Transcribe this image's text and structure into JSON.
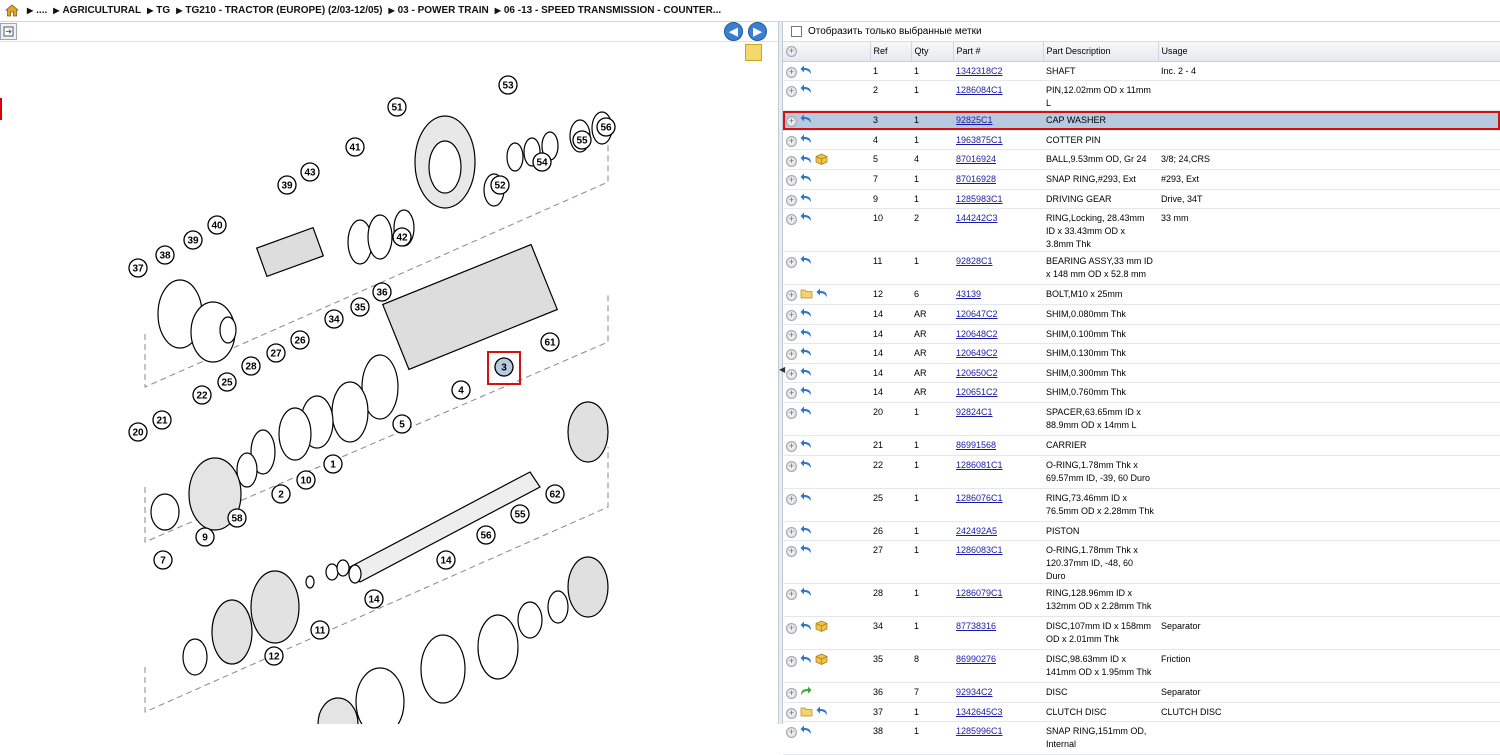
{
  "breadcrumb": [
    "....",
    "AGRICULTURAL",
    "TG",
    "TG210 - TRACTOR (EUROPE) (2/03-12/05)",
    "03 - POWER TRAIN",
    "06 -13 - SPEED TRANSMISSION - COUNTER..."
  ],
  "filter_label": "Отобразить только выбранные метки",
  "columns": [
    "Ref",
    "Qty",
    "Part #",
    "Part Description",
    "Usage"
  ],
  "selected_ref": "3",
  "rows": [
    {
      "ref": "1",
      "qty": "1",
      "part": "1342318C2",
      "desc": "SHAFT",
      "usage": "Inc. 2 - 4",
      "icons": [
        "return"
      ]
    },
    {
      "ref": "2",
      "qty": "1",
      "part": "1286084C1",
      "desc": "PIN,12.02mm OD x 11mm L",
      "usage": "",
      "icons": [
        "return"
      ]
    },
    {
      "ref": "3",
      "qty": "1",
      "part": "92825C1",
      "desc": "CAP WASHER",
      "usage": "",
      "icons": [
        "return"
      ]
    },
    {
      "ref": "4",
      "qty": "1",
      "part": "1963875C1",
      "desc": "COTTER PIN",
      "usage": "",
      "icons": [
        "return"
      ]
    },
    {
      "ref": "5",
      "qty": "4",
      "part": "87016924",
      "desc": "BALL,9.53mm OD, Gr 24",
      "usage": "3/8; 24,CRS",
      "icons": [
        "return",
        "box"
      ]
    },
    {
      "ref": "7",
      "qty": "1",
      "part": "87016928",
      "desc": "SNAP RING,#293, Ext",
      "usage": "#293, Ext",
      "icons": [
        "return"
      ]
    },
    {
      "ref": "9",
      "qty": "1",
      "part": "1285983C1",
      "desc": "DRIVING GEAR",
      "usage": "Drive, 34T",
      "icons": [
        "return"
      ]
    },
    {
      "ref": "10",
      "qty": "2",
      "part": "144242C3",
      "desc": "RING,Locking, 28.43mm ID x 33.43mm OD x 3.8mm Thk",
      "usage": "33 mm",
      "icons": [
        "return"
      ]
    },
    {
      "ref": "11",
      "qty": "1",
      "part": "92828C1",
      "desc": "BEARING ASSY,33 mm ID x 148 mm OD x 52.8 mm",
      "usage": "",
      "icons": [
        "return"
      ]
    },
    {
      "ref": "12",
      "qty": "6",
      "part": "43139",
      "desc": "BOLT,M10 x 25mm",
      "usage": "",
      "icons": [
        "folder",
        "return"
      ]
    },
    {
      "ref": "14",
      "qty": "AR",
      "part": "120647C2",
      "desc": "SHIM,0.080mm Thk",
      "usage": "",
      "icons": [
        "return"
      ]
    },
    {
      "ref": "14",
      "qty": "AR",
      "part": "120648C2",
      "desc": "SHIM,0.100mm Thk",
      "usage": "",
      "icons": [
        "return"
      ]
    },
    {
      "ref": "14",
      "qty": "AR",
      "part": "120649C2",
      "desc": "SHIM,0.130mm Thk",
      "usage": "",
      "icons": [
        "return"
      ]
    },
    {
      "ref": "14",
      "qty": "AR",
      "part": "120650C2",
      "desc": "SHIM,0.300mm Thk",
      "usage": "",
      "icons": [
        "return"
      ]
    },
    {
      "ref": "14",
      "qty": "AR",
      "part": "120651C2",
      "desc": "SHIM,0.760mm Thk",
      "usage": "",
      "icons": [
        "return"
      ]
    },
    {
      "ref": "20",
      "qty": "1",
      "part": "92824C1",
      "desc": "SPACER,63.65mm ID x 88.9mm OD x 14mm L",
      "usage": "",
      "icons": [
        "return"
      ]
    },
    {
      "ref": "21",
      "qty": "1",
      "part": "86991568",
      "desc": "CARRIER",
      "usage": "",
      "icons": [
        "return"
      ]
    },
    {
      "ref": "22",
      "qty": "1",
      "part": "1286081C1",
      "desc": "O-RING,1.78mm Thk x 69.57mm ID, -39, 60 Duro",
      "usage": "",
      "icons": [
        "return"
      ]
    },
    {
      "ref": "25",
      "qty": "1",
      "part": "1286076C1",
      "desc": "RING,73.46mm ID x 76.5mm OD x 2.28mm Thk",
      "usage": "",
      "icons": [
        "return"
      ]
    },
    {
      "ref": "26",
      "qty": "1",
      "part": "242492A5",
      "desc": "PISTON",
      "usage": "",
      "icons": [
        "return"
      ]
    },
    {
      "ref": "27",
      "qty": "1",
      "part": "1286083C1",
      "desc": "O-RING,1.78mm Thk x 120.37mm ID, -48, 60 Duro",
      "usage": "",
      "icons": [
        "return"
      ]
    },
    {
      "ref": "28",
      "qty": "1",
      "part": "1286079C1",
      "desc": "RING,128.96mm ID x 132mm OD x 2.28mm Thk",
      "usage": "",
      "icons": [
        "return"
      ]
    },
    {
      "ref": "34",
      "qty": "1",
      "part": "87738316",
      "desc": "DISC,107mm ID x 158mm OD x 2.01mm Thk",
      "usage": "Separator",
      "icons": [
        "return",
        "box"
      ]
    },
    {
      "ref": "35",
      "qty": "8",
      "part": "86990276",
      "desc": "DISC,98.63mm ID x 141mm OD x 1.95mm Thk",
      "usage": "Friction",
      "icons": [
        "return",
        "box"
      ]
    },
    {
      "ref": "36",
      "qty": "7",
      "part": "92934C2",
      "desc": "DISC",
      "usage": "Separator",
      "icons": [
        "forward"
      ]
    },
    {
      "ref": "37",
      "qty": "1",
      "part": "1342645C3",
      "desc": "CLUTCH DISC",
      "usage": "CLUTCH DISC",
      "icons": [
        "folder",
        "return"
      ]
    },
    {
      "ref": "38",
      "qty": "1",
      "part": "1285996C1",
      "desc": "SNAP RING,151mm OD, Internal",
      "usage": "",
      "icons": [
        "return"
      ]
    }
  ],
  "diagram_labels": [
    "51",
    "53",
    "55",
    "56",
    "52",
    "54",
    "41",
    "43",
    "39",
    "42",
    "40",
    "39",
    "38",
    "37",
    "36",
    "35",
    "34",
    "26",
    "27",
    "28",
    "25",
    "22",
    "21",
    "20",
    "61",
    "3",
    "4",
    "5",
    "1",
    "10",
    "2",
    "58",
    "9",
    "7",
    "62",
    "55",
    "56",
    "14",
    "14",
    "11",
    "12"
  ],
  "colors": {
    "selected_row": "#b7cbe0",
    "highlight": "#d61010",
    "link": "#1a1aa8",
    "arrow_icon": "#2f74c8",
    "forward_icon": "#3aa832"
  }
}
